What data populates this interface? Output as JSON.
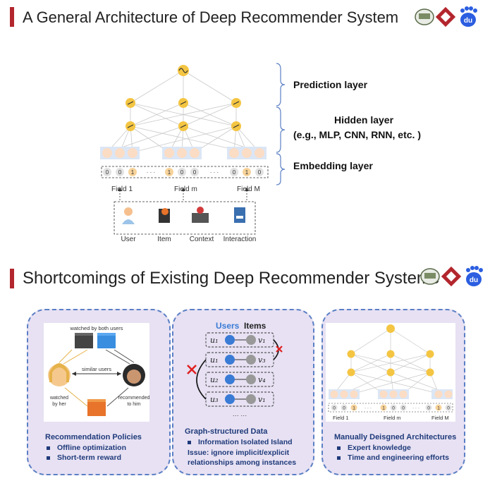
{
  "slide1": {
    "title": "A General Architecture of Deep Recommender System",
    "layers": {
      "prediction": "Prediction layer",
      "hidden_line1": "Hidden layer",
      "hidden_line2": "(e.g., MLP, CNN, RNN, etc. )",
      "embedding": "Embedding layer"
    },
    "fields": [
      "Field 1",
      "Field m",
      "Field M"
    ],
    "one_hot": [
      [
        "0",
        "0",
        "1"
      ],
      [
        "1",
        "0",
        "0"
      ],
      [
        "0",
        "1",
        "0"
      ]
    ],
    "ellipsis": "· · ·",
    "sources": [
      "User",
      "Item",
      "Context",
      "Interaction"
    ]
  },
  "slide2": {
    "title": "Shortcomings of Existing Deep Recommender Systems",
    "panel1": {
      "img_top": "watched by both users",
      "img_mid": "similar users",
      "img_left": "watched\nby her",
      "img_right": "recommended\nto him",
      "caption": "Recommendation Policies",
      "bullets": [
        "Offline optimization",
        "Short-term reward"
      ]
    },
    "panel2": {
      "users_label": "Users",
      "items_label": "Items",
      "rows": [
        {
          "u": "u₁",
          "v": "v₁"
        },
        {
          "u": "u₁",
          "v": "v₃"
        },
        {
          "u": "u₂",
          "v": "v₄"
        },
        {
          "u": "u₃",
          "v": "v₁"
        }
      ],
      "dots": "···  ···",
      "caption": "Graph-structured Data",
      "bullet1": "Information Isolated Island",
      "bullet2a": "Issue: ignore implicit/explicit",
      "bullet2b": "relationships among instances"
    },
    "panel3": {
      "fields": [
        "Field 1",
        "Field m",
        "Field M"
      ],
      "caption": "Manually Deisgned Architectures",
      "bullets": [
        "Expert knowledge",
        "Time and engineering efforts"
      ]
    }
  },
  "colors": {
    "accent": "#b3262d",
    "navy": "#1f3a7a",
    "user_blue": "#3a7bd5",
    "node_yellow": "#f4c542"
  }
}
